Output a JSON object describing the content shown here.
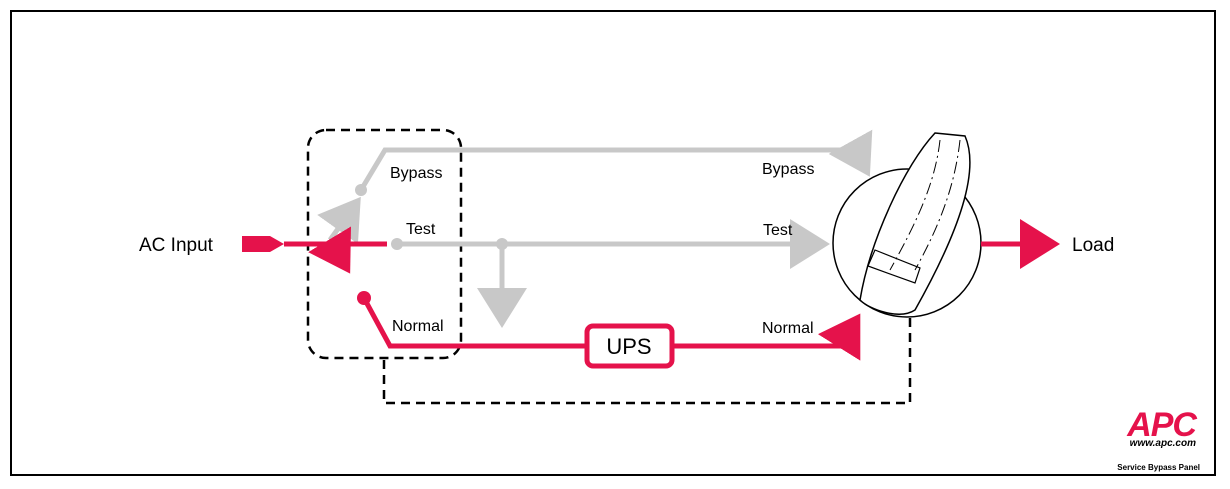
{
  "diagram": {
    "input_label": "AC Input",
    "output_label": "Load",
    "switch_left_labels": {
      "bypass": "Bypass",
      "test": "Test",
      "normal": "Normal"
    },
    "switch_right_labels": {
      "bypass": "Bypass",
      "test": "Test",
      "normal": "Normal"
    },
    "ups_label": "UPS",
    "colors": {
      "active": "#e5124b",
      "inactive": "#c8c8c8",
      "dashed": "#000000"
    }
  },
  "branding": {
    "logo_text": "APC",
    "url": "www.apc.com",
    "caption": "Service Bypass Panel",
    "logo_color": "#e5124b"
  }
}
